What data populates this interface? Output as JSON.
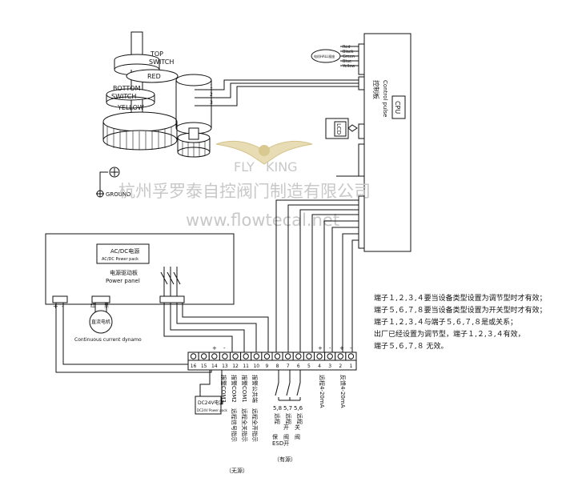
{
  "mechanism": {
    "top_switch": [
      "TOP",
      "SWITCH"
    ],
    "red": "RED",
    "bottom_switch": [
      "BOTTOM",
      "SWITCH"
    ],
    "yellow": "YELLOW",
    "ground": "GROUND",
    "pot_pins": [
      "1",
      "2",
      "3"
    ]
  },
  "cpu_board": {
    "cpu_label": "CPU",
    "board_cn": "控制板",
    "board_en": "Control pulse",
    "lcd": "LCD",
    "hall_label": "电机HALL插座",
    "hall_wires": [
      "Red",
      "Black",
      "Green",
      "Blue",
      "Yellow"
    ]
  },
  "watermark": {
    "brand_left": "FLY",
    "brand_right": "KING",
    "company_cn": "杭州孚罗泰自控阀门制造有限公司",
    "url": "www.flowtecal.net"
  },
  "power_panel": {
    "acdc_cn": "AC/DC电源",
    "acdc_en": "AC/DC Power pack",
    "panel_cn": "电源驱动板",
    "panel_en": "Power panel",
    "plus": "+",
    "minus": "-",
    "motor_red": "红",
    "motor_black": "黑",
    "motor_cn": "直流电机",
    "motor_en": "Continuous current dynamo"
  },
  "dc24v": {
    "cn": "DC24V电源",
    "en": "DC24V Power pack"
  },
  "terminals": [
    "16",
    "15",
    "14",
    "13",
    "12",
    "11",
    "10",
    "9",
    "8",
    "7",
    "6",
    "5",
    "4",
    "3",
    "2",
    "1"
  ],
  "terminal_polarity": [
    "+",
    "-",
    "+",
    "-",
    "+",
    "-"
  ],
  "terminal_labels": {
    "t13": "报警COM3",
    "t12": "报警COM2",
    "t11": "报警COM1",
    "t10": "报警公共端",
    "t13_sub": "远程信号指示",
    "t12_sub": "远程全关指示",
    "t11_sub": "远程全开指示",
    "group_no_source": "（无源）",
    "t8_top": "5,8",
    "t7_top": "5,7",
    "t6_top": "5,6",
    "t8_sub": "远程",
    "t7_sub": "远程",
    "t6_sub": "远程",
    "t8_end": "保",
    "t7_end": "开",
    "t6_end": "关",
    "esd": "ESD开",
    "t6_end2": "阀",
    "t7_end2": "阀",
    "group_source": "（有源）",
    "t4": "远程4-20mA",
    "t2": "反馈4-20mA"
  },
  "notes": [
    "端子１,２,３,４要当设备类型设置为调节型时才有效；",
    "端子５,６,７,８要当设备类型设置为开关型时才有效；",
    "端子１,２,３,４与端子５,６,７,８是或关系；",
    "出厂已经设置为调节型，端子１,２,３,４有效，",
    "端子５,６,７,８ 无效。"
  ]
}
